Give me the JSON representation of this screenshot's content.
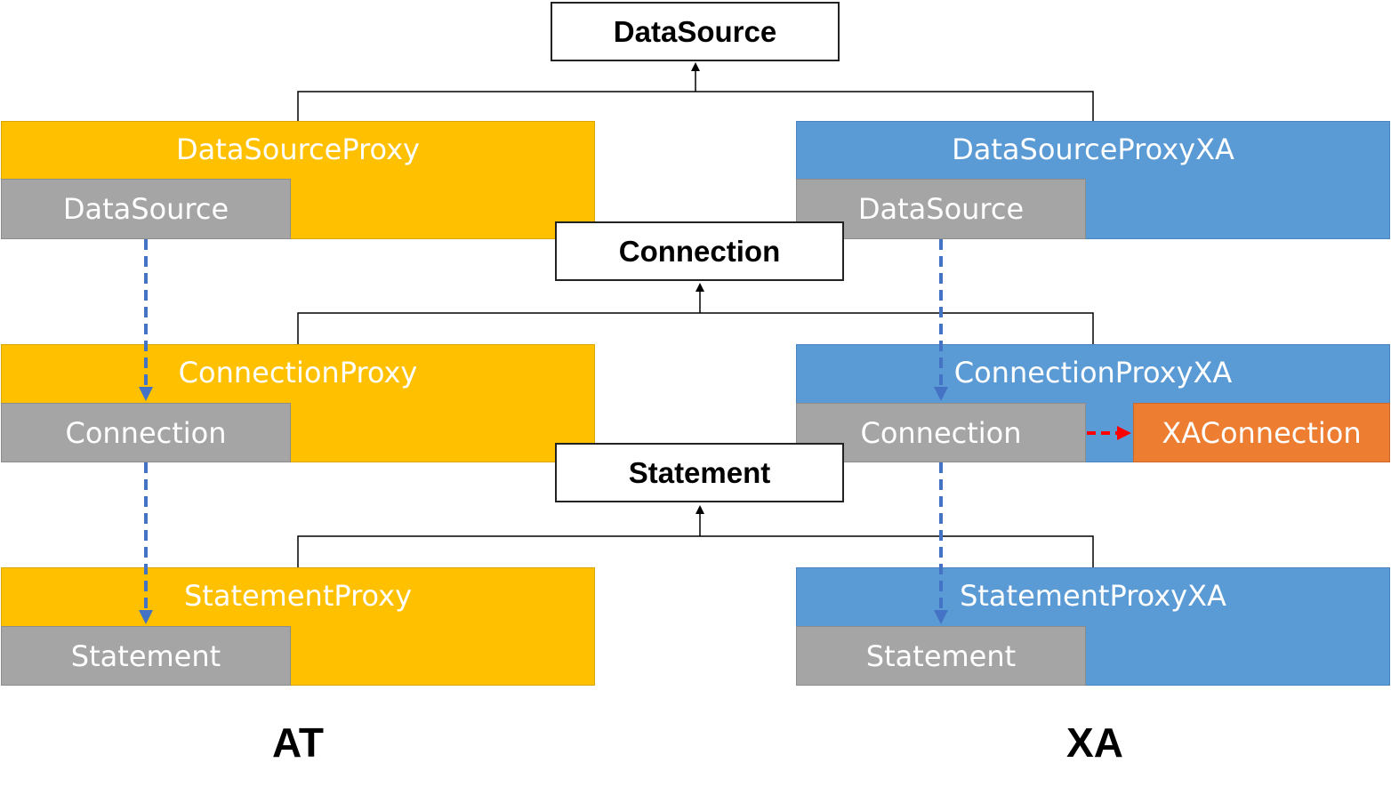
{
  "interfaces": {
    "datasource": "DataSource",
    "connection": "Connection",
    "statement": "Statement"
  },
  "at": {
    "caption": "AT",
    "datasource_proxy": {
      "title": "DataSourceProxy",
      "inner": "DataSource"
    },
    "connection_proxy": {
      "title": "ConnectionProxy",
      "inner": "Connection"
    },
    "statement_proxy": {
      "title": "StatementProxy",
      "inner": "Statement"
    }
  },
  "xa": {
    "caption": "XA",
    "datasource_proxy": {
      "title": "DataSourceProxyXA",
      "inner": "DataSource"
    },
    "connection_proxy": {
      "title": "ConnectionProxyXA",
      "inner": "Connection",
      "xa_connection": "XAConnection"
    },
    "statement_proxy": {
      "title": "StatementProxyXA",
      "inner": "Statement"
    }
  },
  "colors": {
    "at_fill": "#ffc000",
    "xa_fill": "#5b9bd5",
    "wrapped_fill": "#a5a5a5",
    "xa_connection_fill": "#ed7d31",
    "dependency_arrow": "#4472c4",
    "xa_link_arrow": "#ff0000"
  }
}
